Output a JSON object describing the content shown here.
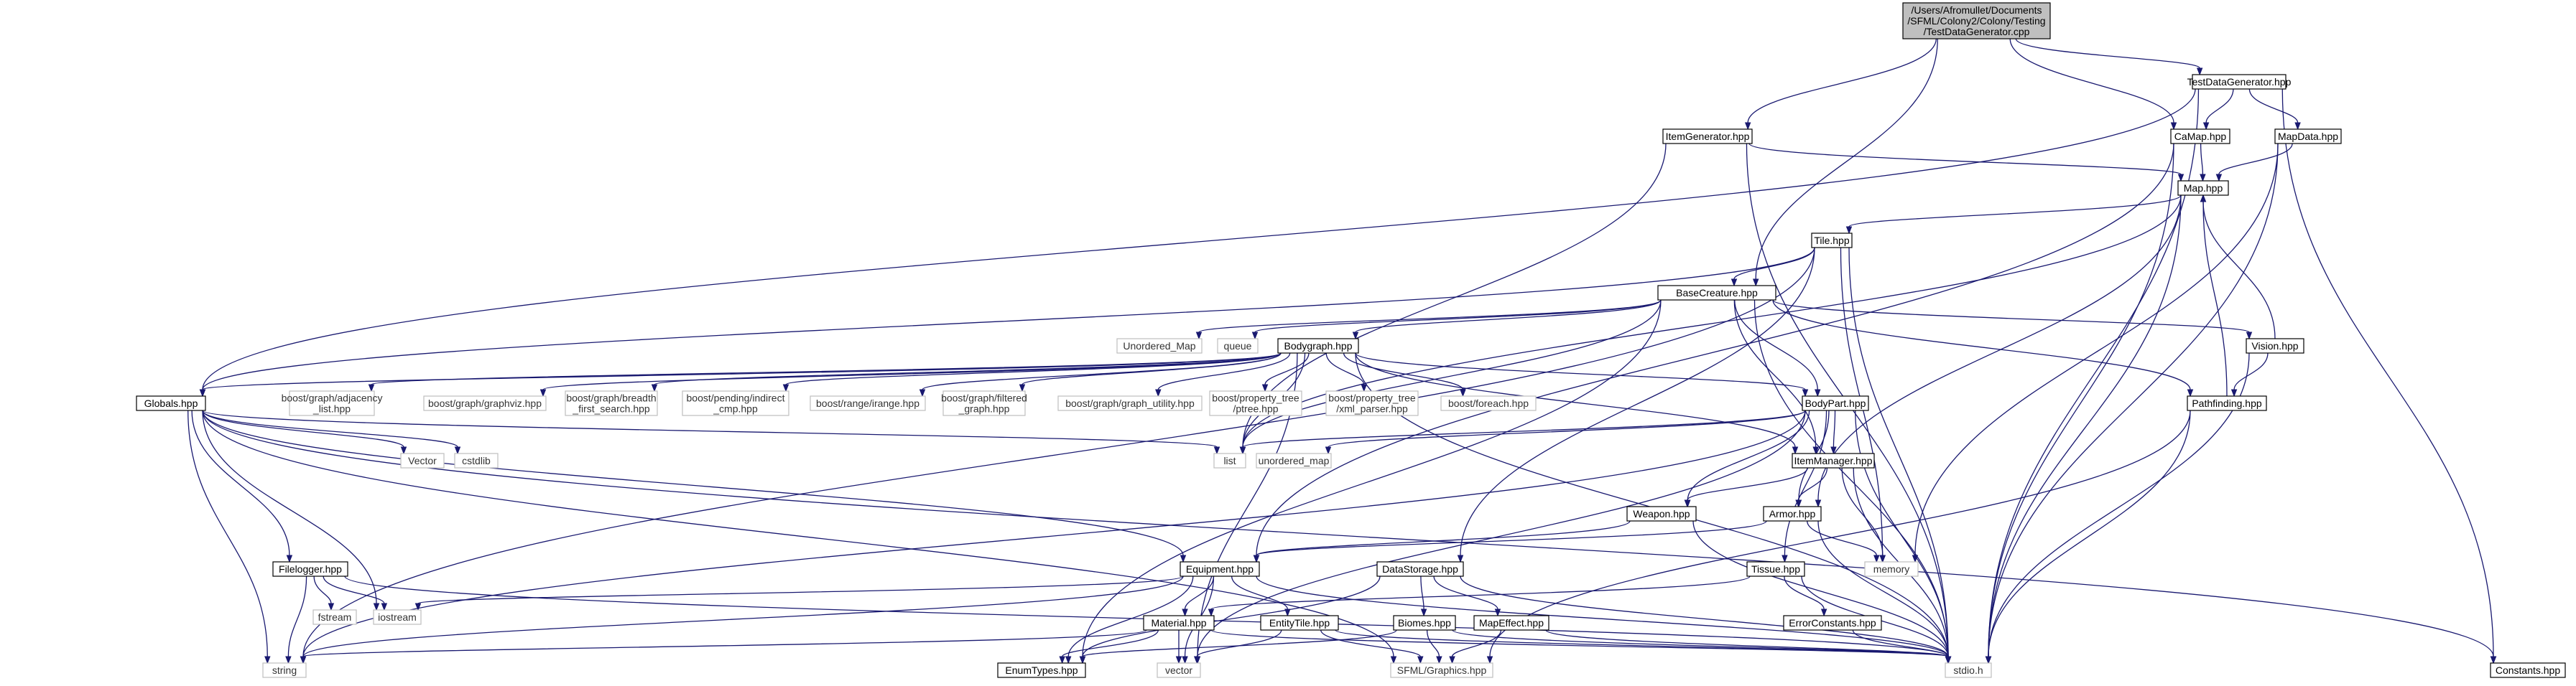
{
  "graph": {
    "root_label_lines": [
      "/Users/Afromullet/Documents",
      "/SFML/Colony2/Colony/Testing",
      "/TestDataGenerator.cpp"
    ],
    "colors": {
      "edge": "#191970",
      "root_fill": "#bfbfbf",
      "internal_border": "#000000",
      "external_border": "#bfbfbf"
    },
    "nodes": [
      {
        "id": "root",
        "lines": [
          "/Users/Afromullet/Documents",
          "/SFML/Colony2/Colony/Testing",
          "/TestDataGenerator.cpp"
        ],
        "kind": "root"
      },
      {
        "id": "tdg",
        "lines": [
          "TestDataGenerator.hpp"
        ],
        "kind": "internal"
      },
      {
        "id": "itemgen",
        "lines": [
          "ItemGenerator.hpp"
        ],
        "kind": "internal"
      },
      {
        "id": "camap",
        "lines": [
          "CaMap.hpp"
        ],
        "kind": "internal"
      },
      {
        "id": "mapdata",
        "lines": [
          "MapData.hpp"
        ],
        "kind": "internal"
      },
      {
        "id": "map",
        "lines": [
          "Map.hpp"
        ],
        "kind": "internal"
      },
      {
        "id": "tile",
        "lines": [
          "Tile.hpp"
        ],
        "kind": "internal"
      },
      {
        "id": "basecreature",
        "lines": [
          "BaseCreature.hpp"
        ],
        "kind": "internal"
      },
      {
        "id": "unordered_map_cap",
        "lines": [
          "Unordered_Map"
        ],
        "kind": "external"
      },
      {
        "id": "queue",
        "lines": [
          "queue"
        ],
        "kind": "external"
      },
      {
        "id": "bodygraph",
        "lines": [
          "Bodygraph.hpp"
        ],
        "kind": "internal"
      },
      {
        "id": "vision",
        "lines": [
          "Vision.hpp"
        ],
        "kind": "internal"
      },
      {
        "id": "globals",
        "lines": [
          "Globals.hpp"
        ],
        "kind": "internal"
      },
      {
        "id": "adj",
        "lines": [
          "boost/graph/adjacency",
          "_list.hpp"
        ],
        "kind": "external"
      },
      {
        "id": "graphviz",
        "lines": [
          "boost/graph/graphviz.hpp"
        ],
        "kind": "external"
      },
      {
        "id": "bfs",
        "lines": [
          "boost/graph/breadth",
          "_first_search.hpp"
        ],
        "kind": "external"
      },
      {
        "id": "indirect",
        "lines": [
          "boost/pending/indirect",
          "_cmp.hpp"
        ],
        "kind": "external"
      },
      {
        "id": "range",
        "lines": [
          "boost/range/irange.hpp"
        ],
        "kind": "external"
      },
      {
        "id": "filtered",
        "lines": [
          "boost/graph/filtered",
          "_graph.hpp"
        ],
        "kind": "external"
      },
      {
        "id": "graphutil",
        "lines": [
          "boost/graph/graph_utility.hpp"
        ],
        "kind": "external"
      },
      {
        "id": "ptree",
        "lines": [
          "boost/property_tree",
          "/ptree.hpp"
        ],
        "kind": "external"
      },
      {
        "id": "xmlparser",
        "lines": [
          "boost/property_tree",
          "/xml_parser.hpp"
        ],
        "kind": "external"
      },
      {
        "id": "foreach",
        "lines": [
          "boost/foreach.hpp"
        ],
        "kind": "external"
      },
      {
        "id": "bodypart",
        "lines": [
          "BodyPart.hpp"
        ],
        "kind": "internal"
      },
      {
        "id": "pathfinding",
        "lines": [
          "Pathfinding.hpp"
        ],
        "kind": "internal"
      },
      {
        "id": "vector_cap",
        "lines": [
          "Vector"
        ],
        "kind": "external"
      },
      {
        "id": "cstdlib",
        "lines": [
          "cstdlib"
        ],
        "kind": "external"
      },
      {
        "id": "list",
        "lines": [
          "list"
        ],
        "kind": "external"
      },
      {
        "id": "unordered_map",
        "lines": [
          "unordered_map"
        ],
        "kind": "external"
      },
      {
        "id": "itemmanager",
        "lines": [
          "ItemManager.hpp"
        ],
        "kind": "internal"
      },
      {
        "id": "weapon",
        "lines": [
          "Weapon.hpp"
        ],
        "kind": "internal"
      },
      {
        "id": "armor",
        "lines": [
          "Armor.hpp"
        ],
        "kind": "internal"
      },
      {
        "id": "memory",
        "lines": [
          "memory"
        ],
        "kind": "external"
      },
      {
        "id": "filelogger",
        "lines": [
          "Filelogger.hpp"
        ],
        "kind": "internal"
      },
      {
        "id": "equipment",
        "lines": [
          "Equipment.hpp"
        ],
        "kind": "internal"
      },
      {
        "id": "datastorage",
        "lines": [
          "DataStorage.hpp"
        ],
        "kind": "internal"
      },
      {
        "id": "tissue",
        "lines": [
          "Tissue.hpp"
        ],
        "kind": "internal"
      },
      {
        "id": "fstream",
        "lines": [
          "fstream"
        ],
        "kind": "external"
      },
      {
        "id": "iostream",
        "lines": [
          "iostream"
        ],
        "kind": "external"
      },
      {
        "id": "material",
        "lines": [
          "Material.hpp"
        ],
        "kind": "internal"
      },
      {
        "id": "entitytile",
        "lines": [
          "EntityTile.hpp"
        ],
        "kind": "internal"
      },
      {
        "id": "biomes",
        "lines": [
          "Biomes.hpp"
        ],
        "kind": "internal"
      },
      {
        "id": "mapeffect",
        "lines": [
          "MapEffect.hpp"
        ],
        "kind": "internal"
      },
      {
        "id": "errorconstants",
        "lines": [
          "ErrorConstants.hpp"
        ],
        "kind": "internal"
      },
      {
        "id": "string",
        "lines": [
          "string"
        ],
        "kind": "external"
      },
      {
        "id": "enumtypes",
        "lines": [
          "EnumTypes.hpp"
        ],
        "kind": "internal"
      },
      {
        "id": "vector",
        "lines": [
          "vector"
        ],
        "kind": "external"
      },
      {
        "id": "sfmlgraphics",
        "lines": [
          "SFML/Graphics.hpp"
        ],
        "kind": "external"
      },
      {
        "id": "stdio",
        "lines": [
          "stdio.h"
        ],
        "kind": "external"
      },
      {
        "id": "constants",
        "lines": [
          "Constants.hpp"
        ],
        "kind": "internal"
      }
    ],
    "edges": [
      [
        "root",
        "tdg"
      ],
      [
        "root",
        "itemgen"
      ],
      [
        "root",
        "camap"
      ],
      [
        "root",
        "basecreature"
      ],
      [
        "tdg",
        "camap"
      ],
      [
        "tdg",
        "mapdata"
      ],
      [
        "tdg",
        "globals"
      ],
      [
        "tdg",
        "stdio"
      ],
      [
        "tdg",
        "constants"
      ],
      [
        "itemgen",
        "map"
      ],
      [
        "itemgen",
        "list"
      ],
      [
        "itemgen",
        "stdio"
      ],
      [
        "camap",
        "map"
      ],
      [
        "camap",
        "equipment"
      ],
      [
        "camap",
        "stdio"
      ],
      [
        "mapdata",
        "map"
      ],
      [
        "mapdata",
        "memory"
      ],
      [
        "mapdata",
        "stdio"
      ],
      [
        "map",
        "tile"
      ],
      [
        "map",
        "list"
      ],
      [
        "map",
        "armor"
      ],
      [
        "map",
        "stdio"
      ],
      [
        "tile",
        "basecreature"
      ],
      [
        "tile",
        "memory"
      ],
      [
        "tile",
        "datastorage"
      ],
      [
        "tile",
        "globals"
      ],
      [
        "tile",
        "stdio"
      ],
      [
        "tile",
        "string"
      ],
      [
        "basecreature",
        "unordered_map_cap"
      ],
      [
        "basecreature",
        "queue"
      ],
      [
        "basecreature",
        "bodygraph"
      ],
      [
        "basecreature",
        "vision"
      ],
      [
        "basecreature",
        "pathfinding"
      ],
      [
        "basecreature",
        "bodypart"
      ],
      [
        "basecreature",
        "itemmanager"
      ],
      [
        "basecreature",
        "list"
      ],
      [
        "basecreature",
        "enumtypes"
      ],
      [
        "basecreature",
        "stdio"
      ],
      [
        "bodygraph",
        "globals"
      ],
      [
        "bodygraph",
        "adj"
      ],
      [
        "bodygraph",
        "graphviz"
      ],
      [
        "bodygraph",
        "bfs"
      ],
      [
        "bodygraph",
        "indirect"
      ],
      [
        "bodygraph",
        "range"
      ],
      [
        "bodygraph",
        "filtered"
      ],
      [
        "bodygraph",
        "graphutil"
      ],
      [
        "bodygraph",
        "ptree"
      ],
      [
        "bodygraph",
        "xmlparser"
      ],
      [
        "bodygraph",
        "foreach"
      ],
      [
        "bodygraph",
        "bodypart"
      ],
      [
        "bodygraph",
        "itemmanager"
      ],
      [
        "bodygraph",
        "list"
      ],
      [
        "bodygraph",
        "vector"
      ],
      [
        "bodygraph",
        "stdio"
      ],
      [
        "vision",
        "map"
      ],
      [
        "vision",
        "pathfinding"
      ],
      [
        "vision",
        "stdio"
      ],
      [
        "pathfinding",
        "map"
      ],
      [
        "pathfinding",
        "sfmlgraphics"
      ],
      [
        "pathfinding",
        "stdio"
      ],
      [
        "globals",
        "vector_cap"
      ],
      [
        "globals",
        "cstdlib"
      ],
      [
        "globals",
        "list"
      ],
      [
        "globals",
        "filelogger"
      ],
      [
        "globals",
        "iostream"
      ],
      [
        "globals",
        "string"
      ],
      [
        "globals",
        "sfmlgraphics"
      ],
      [
        "globals",
        "constants"
      ],
      [
        "globals",
        "equipment"
      ],
      [
        "bodypart",
        "itemmanager"
      ],
      [
        "bodypart",
        "weapon"
      ],
      [
        "bodypart",
        "armor"
      ],
      [
        "bodypart",
        "tissue"
      ],
      [
        "bodypart",
        "list"
      ],
      [
        "bodypart",
        "unordered_map"
      ],
      [
        "bodypart",
        "string"
      ],
      [
        "bodypart",
        "vector"
      ],
      [
        "bodypart",
        "stdio"
      ],
      [
        "itemmanager",
        "weapon"
      ],
      [
        "itemmanager",
        "armor"
      ],
      [
        "itemmanager",
        "memory"
      ],
      [
        "itemmanager",
        "stdio"
      ],
      [
        "weapon",
        "equipment"
      ],
      [
        "weapon",
        "stdio"
      ],
      [
        "armor",
        "equipment"
      ],
      [
        "armor",
        "memory"
      ],
      [
        "armor",
        "stdio"
      ],
      [
        "filelogger",
        "fstream"
      ],
      [
        "filelogger",
        "iostream"
      ],
      [
        "filelogger",
        "string"
      ],
      [
        "filelogger",
        "stdio"
      ],
      [
        "equipment",
        "material"
      ],
      [
        "equipment",
        "entitytile"
      ],
      [
        "equipment",
        "iostream"
      ],
      [
        "equipment",
        "string"
      ],
      [
        "equipment",
        "enumtypes"
      ],
      [
        "equipment",
        "vector"
      ],
      [
        "equipment",
        "stdio"
      ],
      [
        "datastorage",
        "biomes"
      ],
      [
        "datastorage",
        "mapeffect"
      ],
      [
        "datastorage",
        "enumtypes"
      ],
      [
        "datastorage",
        "stdio"
      ],
      [
        "tissue",
        "material"
      ],
      [
        "tissue",
        "errorconstants"
      ],
      [
        "tissue",
        "stdio"
      ],
      [
        "material",
        "string"
      ],
      [
        "material",
        "enumtypes"
      ],
      [
        "material",
        "vector"
      ],
      [
        "material",
        "stdio"
      ],
      [
        "entitytile",
        "vector"
      ],
      [
        "entitytile",
        "sfmlgraphics"
      ],
      [
        "entitytile",
        "stdio"
      ],
      [
        "biomes",
        "enumtypes"
      ],
      [
        "biomes",
        "sfmlgraphics"
      ],
      [
        "biomes",
        "stdio"
      ],
      [
        "mapeffect",
        "sfmlgraphics"
      ],
      [
        "mapeffect",
        "stdio"
      ],
      [
        "errorconstants",
        "stdio"
      ]
    ]
  }
}
